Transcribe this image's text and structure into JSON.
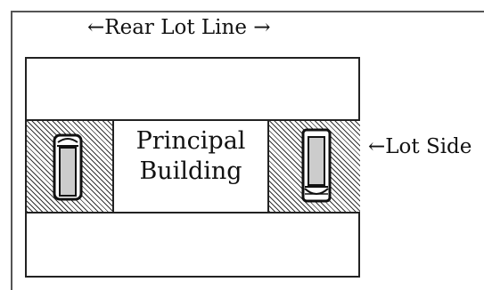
{
  "labels": {
    "rear_lot_line": "←Rear Lot Line →",
    "lot_side": "←Lot Side"
  },
  "building": {
    "line1": "Principal",
    "line2": "Building"
  },
  "icons": {
    "left": "parked-car-icon",
    "right": "parked-car-icon"
  },
  "colors": {
    "line": "#222222",
    "hatch": "#333333",
    "car_body": "#cccccc"
  }
}
